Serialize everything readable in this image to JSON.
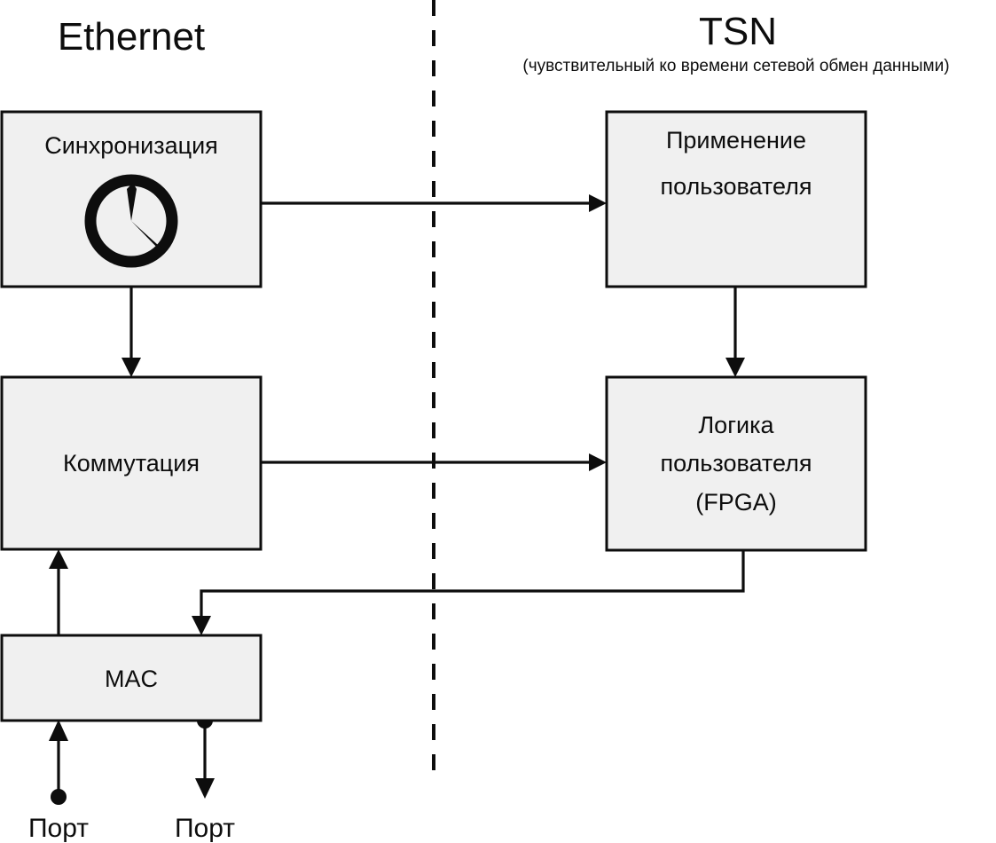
{
  "headings": {
    "left": "Ethernet",
    "right": "TSN",
    "right_subtitle": "(чувствительный ко времени сетевой обмен данными)"
  },
  "colors": {
    "box_fill": "#f0f0f0",
    "stroke": "#0d0d0d",
    "background": "#ffffff"
  },
  "nodes": {
    "sync": {
      "label": "Синхронизация",
      "icon": "clock-icon"
    },
    "switching": {
      "label": "Коммутация"
    },
    "mac": {
      "label": "MAC"
    },
    "user_app": {
      "line1": "Применение",
      "line2": "пользователя"
    },
    "user_logic": {
      "line1": "Логика",
      "line2": "пользователя",
      "line3": "(FPGA)"
    },
    "port_in": {
      "label": "Порт"
    },
    "port_out": {
      "label": "Порт"
    }
  },
  "edges": [
    {
      "name": "sync-to-user-app",
      "from": "sync",
      "to": "user_app",
      "direction": "right"
    },
    {
      "name": "sync-to-switching",
      "from": "sync",
      "to": "switching",
      "direction": "down"
    },
    {
      "name": "switching-to-user-logic",
      "from": "switching",
      "to": "user_logic",
      "direction": "right"
    },
    {
      "name": "user-app-to-user-logic",
      "from": "user_app",
      "to": "user_logic",
      "direction": "down"
    },
    {
      "name": "user-logic-to-mac",
      "from": "user_logic",
      "to": "mac",
      "direction": "down-left"
    },
    {
      "name": "mac-to-switching",
      "from": "mac",
      "to": "switching",
      "direction": "up"
    },
    {
      "name": "port-in-to-mac",
      "from": "port_in",
      "to": "mac",
      "direction": "up"
    },
    {
      "name": "mac-to-port-out",
      "from": "mac",
      "to": "port_out",
      "direction": "down"
    }
  ]
}
